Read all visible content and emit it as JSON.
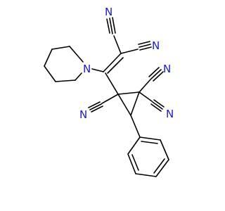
{
  "molecule": {
    "atom_labels": {
      "nitrile_n1": "N",
      "nitrile_n2": "N",
      "piperidine_n": "N",
      "nitrile_n3": "N",
      "nitrile_n4": "N",
      "nitrile_n5": "N",
      "nitrile_n6": "N"
    },
    "colors": {
      "bond": "#000000",
      "nitrogen": "#1a1acc",
      "background": "#ffffff"
    }
  }
}
